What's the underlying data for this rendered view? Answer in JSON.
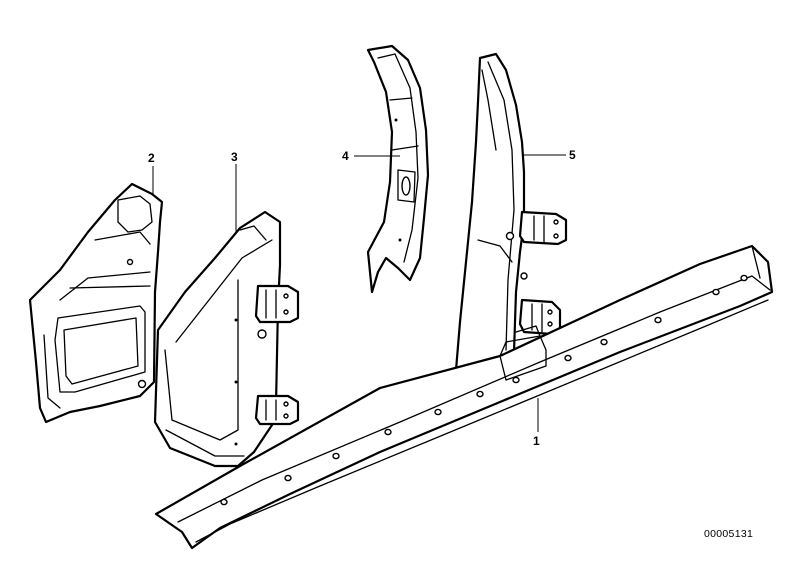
{
  "callouts": {
    "c1": "1",
    "c2": "2",
    "c3": "3",
    "c4": "4",
    "c5": "5"
  },
  "document_number": "00005131",
  "colors": {
    "line": "#000000",
    "background": "#ffffff"
  }
}
